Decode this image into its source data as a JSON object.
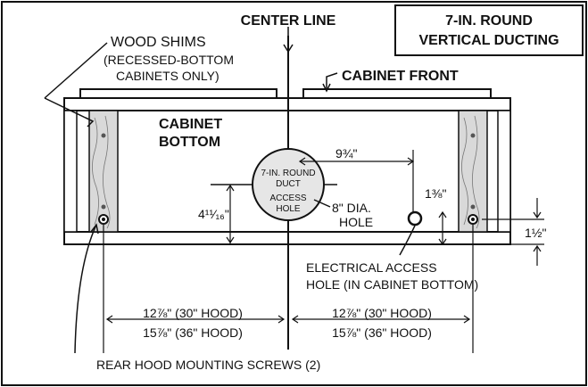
{
  "title_box": {
    "line1": "7-IN. ROUND",
    "line2": "VERTICAL DUCTING"
  },
  "labels": {
    "center_line": "CENTER LINE",
    "wood_shims": "WOOD SHIMS",
    "shims_note_1": "(RECESSED-BOTTOM",
    "shims_note_2": "CABINETS ONLY)",
    "cabinet_front": "CABINET FRONT",
    "cabinet_bottom_1": "CABINET",
    "cabinet_bottom_2": "BOTTOM",
    "duct_hole_1": "7-IN. ROUND",
    "duct_hole_2": "DUCT",
    "duct_hole_3": "ACCESS",
    "duct_hole_4": "HOLE",
    "dia_1": "8\" DIA.",
    "dia_2": "HOLE",
    "electrical_1": "ELECTRICAL ACCESS",
    "electrical_2": "HOLE (IN CABINET BOTTOM)",
    "rear_screws": "REAR HOOD MOUNTING SCREWS (2)"
  },
  "dimensions": {
    "center_to_electrical": "9¾\"",
    "hole_from_front": "4¹¹⁄₁₆\"",
    "electrical_height": "1⅜\"",
    "screw_height": "1½\"",
    "left_30": "12⅞\" (30\" HOOD)",
    "left_36": "15⅞\" (36\" HOOD)",
    "right_30": "12⅞\" (30\" HOOD)",
    "right_36": "15⅞\" (36\" HOOD)"
  },
  "colors": {
    "ink": "#111111",
    "wood": "#d9d9d9",
    "hole_fill": "#e6e6e6"
  }
}
